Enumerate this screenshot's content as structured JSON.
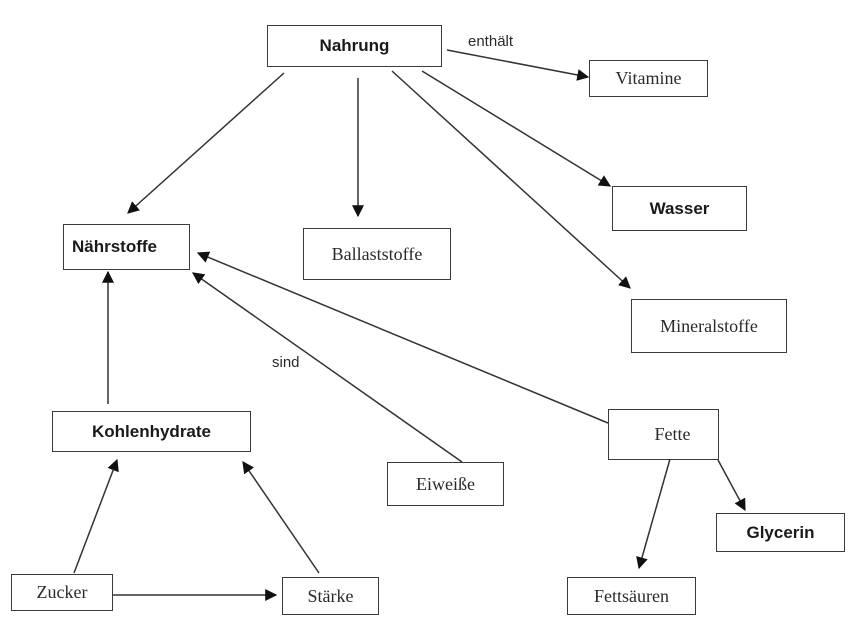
{
  "diagram": {
    "type": "concept-map",
    "nodes": {
      "nahrung": "Nahrung",
      "vitamine": "Vitamine",
      "naehrstoffe": "Nährstoffe",
      "ballaststoffe": "Ballaststoffe",
      "wasser": "Wasser",
      "mineralstoffe": "Mineralstoffe",
      "kohlenhydrate": "Kohlenhydrate",
      "eiweisse": "Eiweiße",
      "fette": "Fette",
      "glycerin": "Glycerin",
      "fettsaeuren": "Fettsäuren",
      "zucker": "Zucker",
      "staerke": "Stärke"
    },
    "edge_labels": {
      "enthaelt": "enthält",
      "sind": "sind"
    },
    "edges": [
      {
        "from": "Nahrung",
        "to": "Vitamine",
        "label": "enthält"
      },
      {
        "from": "Nahrung",
        "to": "Nährstoffe"
      },
      {
        "from": "Nahrung",
        "to": "Ballaststoffe"
      },
      {
        "from": "Nahrung",
        "to": "Wasser"
      },
      {
        "from": "Nahrung",
        "to": "Mineralstoffe"
      },
      {
        "from": "Kohlenhydrate",
        "to": "Nährstoffe"
      },
      {
        "from": "Eiweiße",
        "to": "Nährstoffe",
        "label": "sind"
      },
      {
        "from": "Fette",
        "to": "Nährstoffe"
      },
      {
        "from": "Zucker",
        "to": "Kohlenhydrate"
      },
      {
        "from": "Stärke",
        "to": "Kohlenhydrate"
      },
      {
        "from": "Zucker",
        "to": "Stärke"
      },
      {
        "from": "Fette",
        "to": "Fettsäuren"
      },
      {
        "from": "Fette",
        "to": "Glycerin"
      }
    ]
  }
}
